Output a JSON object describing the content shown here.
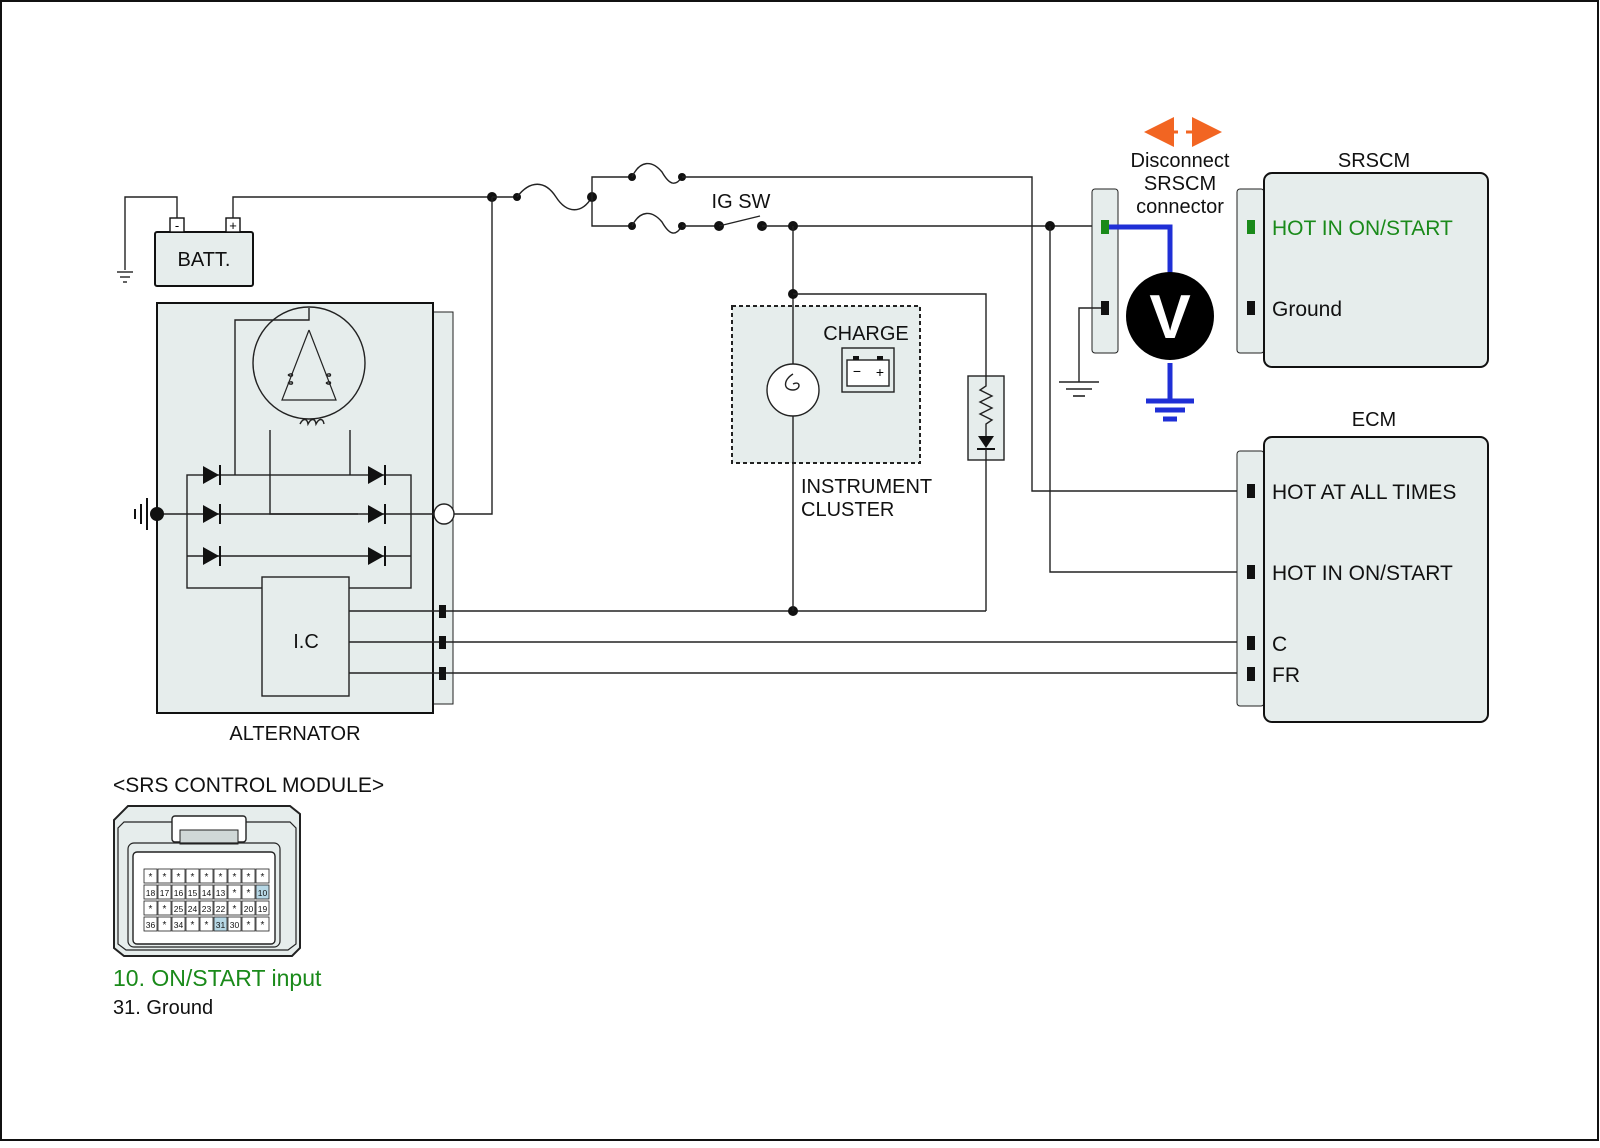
{
  "colors": {
    "highlight_green": "#1a8a1a",
    "probe_blue": "#1f2fd6",
    "arrow_orange": "#f26522",
    "panel_fill": "#e6edec",
    "pin_highlight": "#b7d8e6"
  },
  "battery": {
    "label": "BATT.",
    "neg": "-",
    "pos": "+"
  },
  "alternator": {
    "label": "ALTERNATOR",
    "ic_label": "I.C"
  },
  "ig_switch": {
    "label": "IG SW"
  },
  "cluster": {
    "title_line1": "INSTRUMENT",
    "title_line2": "CLUSTER",
    "charge_label": "CHARGE",
    "charge_icon": "battery-warning-icon"
  },
  "instruction": {
    "line1": "Disconnect",
    "line2": "SRSCM",
    "line3": "connector"
  },
  "voltmeter": {
    "symbol": "V"
  },
  "srscm": {
    "title": "SRSCM",
    "pins": [
      {
        "label": "HOT IN ON/START",
        "highlight": true
      },
      {
        "label": "Ground",
        "highlight": false
      }
    ]
  },
  "ecm": {
    "title": "ECM",
    "pins": [
      {
        "label": "HOT AT ALL TIMES"
      },
      {
        "label": "HOT IN ON/START"
      },
      {
        "label": "C"
      },
      {
        "label": "FR"
      }
    ]
  },
  "connector_view": {
    "title": "<SRS CONTROL MODULE>",
    "rows": [
      [
        "*",
        "*",
        "*",
        "*",
        "*",
        "*",
        "*",
        "*",
        "*"
      ],
      [
        "18",
        "17",
        "16",
        "15",
        "14",
        "13",
        "*",
        "*",
        "10"
      ],
      [
        "*",
        "*",
        "25",
        "24",
        "23",
        "22",
        "*",
        "20",
        "19"
      ],
      [
        "36",
        "*",
        "34",
        "*",
        "*",
        "31",
        "30",
        "*",
        "*"
      ]
    ],
    "highlighted_pins": [
      "10",
      "31"
    ],
    "legend": [
      {
        "text": "10. ON/START input",
        "highlight": true
      },
      {
        "text": "31. Ground",
        "highlight": false
      }
    ]
  }
}
